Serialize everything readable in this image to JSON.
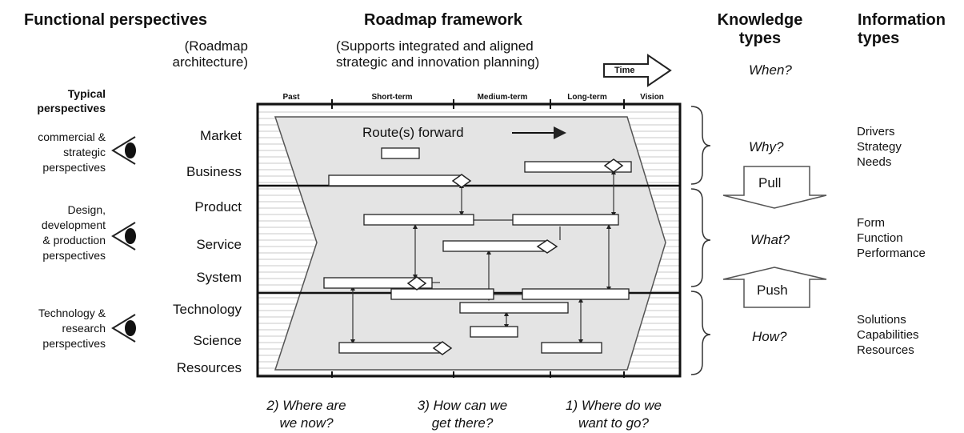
{
  "headers": {
    "functional": "Functional perspectives",
    "functional_sub": [
      "(Roadmap",
      "architecture)"
    ],
    "framework": "Roadmap framework",
    "framework_sub": [
      "(Supports integrated and aligned",
      "strategic and innovation planning)"
    ],
    "time_label": "Time",
    "knowledge": [
      "Knowledge",
      "types"
    ],
    "when": "When?",
    "information": [
      "Information",
      "types"
    ]
  },
  "perspectives": {
    "heading": [
      "Typical",
      "perspectives"
    ],
    "items": [
      [
        "commercial &",
        "strategic",
        "perspectives"
      ],
      [
        "Design,",
        "development",
        "& production",
        "perspectives"
      ],
      [
        "Technology &",
        "research",
        "perspectives"
      ]
    ]
  },
  "timeline": [
    "Past",
    "Short-term",
    "Medium-term",
    "Long-term",
    "Vision"
  ],
  "layers": [
    "Market",
    "Business",
    "Product",
    "Service",
    "System",
    "Technology",
    "Science",
    "Resources"
  ],
  "route_label": "Route(s) forward",
  "knowledge_types": [
    "Why?",
    "What?",
    "How?"
  ],
  "flows": {
    "pull": "Pull",
    "push": "Push"
  },
  "info_types": [
    [
      "Drivers",
      "Strategy",
      "Needs"
    ],
    [
      "Form",
      "Function",
      "Performance"
    ],
    [
      "Solutions",
      "Capabilities",
      "Resources"
    ]
  ],
  "questions": [
    [
      "2) Where are",
      "we now?"
    ],
    [
      "3) How can we",
      "get there?"
    ],
    [
      "1) Where do we",
      "want to go?"
    ]
  ]
}
